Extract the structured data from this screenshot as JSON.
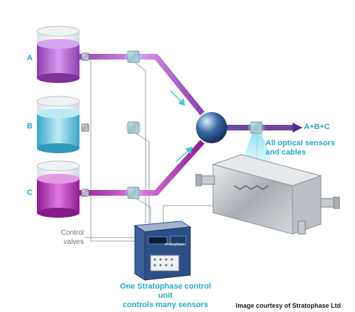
{
  "tanks": [
    {
      "label": "A",
      "color": "#b25fd0"
    },
    {
      "label": "B",
      "color": "#5cc6e2"
    },
    {
      "label": "C",
      "color": "#b232b5"
    }
  ],
  "mix_output_label": "A+B+C",
  "sensors_label_lines": [
    "All optical sensors",
    "and cables"
  ],
  "valves_label_lines": [
    "Control",
    "valves"
  ],
  "control_unit_label_lines": [
    "One Stratophase control unit",
    "controls many sensors"
  ],
  "credit": "Image courtesy of Stratophase Ltd",
  "device_brand": "stratophase"
}
